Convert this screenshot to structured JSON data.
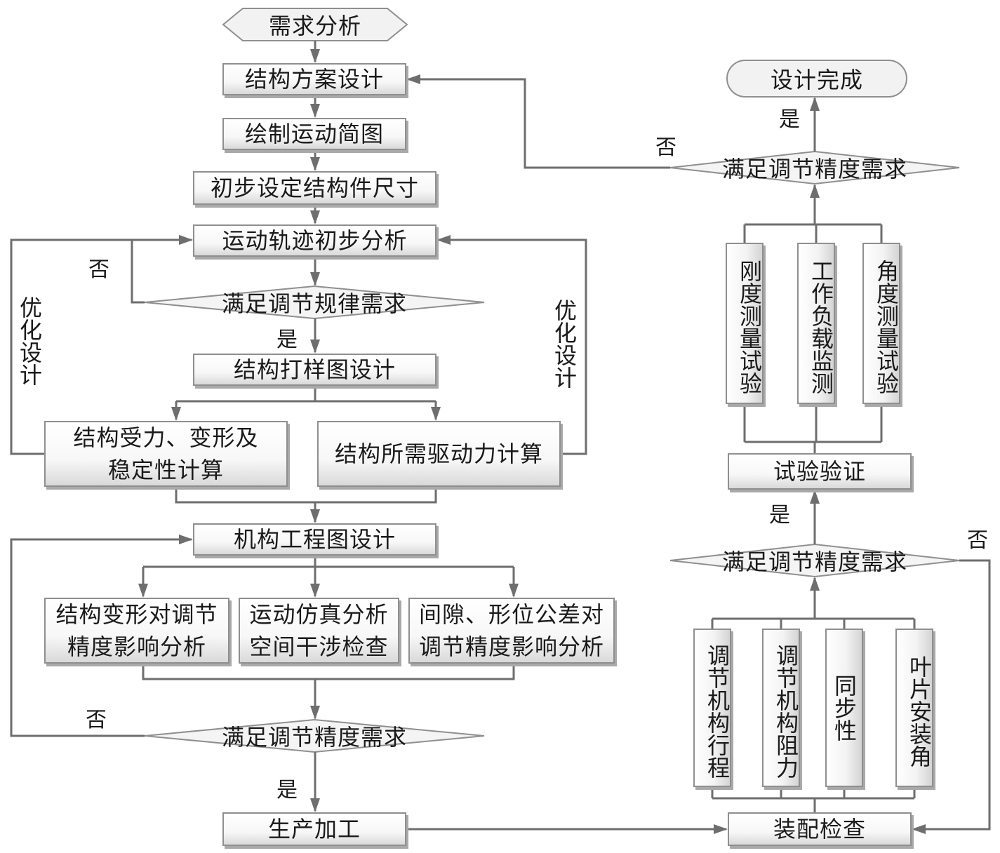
{
  "nodes": {
    "demand_analysis": "需求分析",
    "structure_scheme": "结构方案设计",
    "motion_sketch": "绘制运动简图",
    "initial_size": "初步设定结构件尺寸",
    "trajectory_analysis": "运动轨迹初步分析",
    "decision_rule": "满足调节规律需求",
    "prototype_design": "结构打样图设计",
    "force_calc_line1": "结构受力、变形及",
    "force_calc_line2": "稳定性计算",
    "drive_force_calc": "结构所需驱动力计算",
    "engineering_drawing": "机构工程图设计",
    "deform_analysis_line1": "结构变形对调节",
    "deform_analysis_line2": "精度影响分析",
    "simulation_line1": "运动仿真分析",
    "simulation_line2": "空间干涉检查",
    "clearance_line1": "间隙、形位公差对",
    "clearance_line2": "调节精度影响分析",
    "decision_precision_left": "满足调节精度需求",
    "production": "生产加工",
    "assembly_check": "装配检查",
    "stroke": "调节机构行程",
    "resistance": "调节机构阻力",
    "synchronism": "同步性",
    "blade_angle": "叶片安装角",
    "decision_precision_right_lower": "满足调节精度需求",
    "test_verification": "试验验证",
    "stiffness_test": "刚度测量试验",
    "load_monitor": "工作负载监测",
    "angle_test": "角度测量试验",
    "decision_precision_right_upper": "满足调节精度需求",
    "design_complete": "设计完成"
  },
  "labels": {
    "yes": "是",
    "no": "否",
    "optimize": "优化设计"
  },
  "colors": {
    "line": "#6e6e6e",
    "box_border": "#8f8f8f",
    "box_shadow": "#a9a9a9"
  }
}
